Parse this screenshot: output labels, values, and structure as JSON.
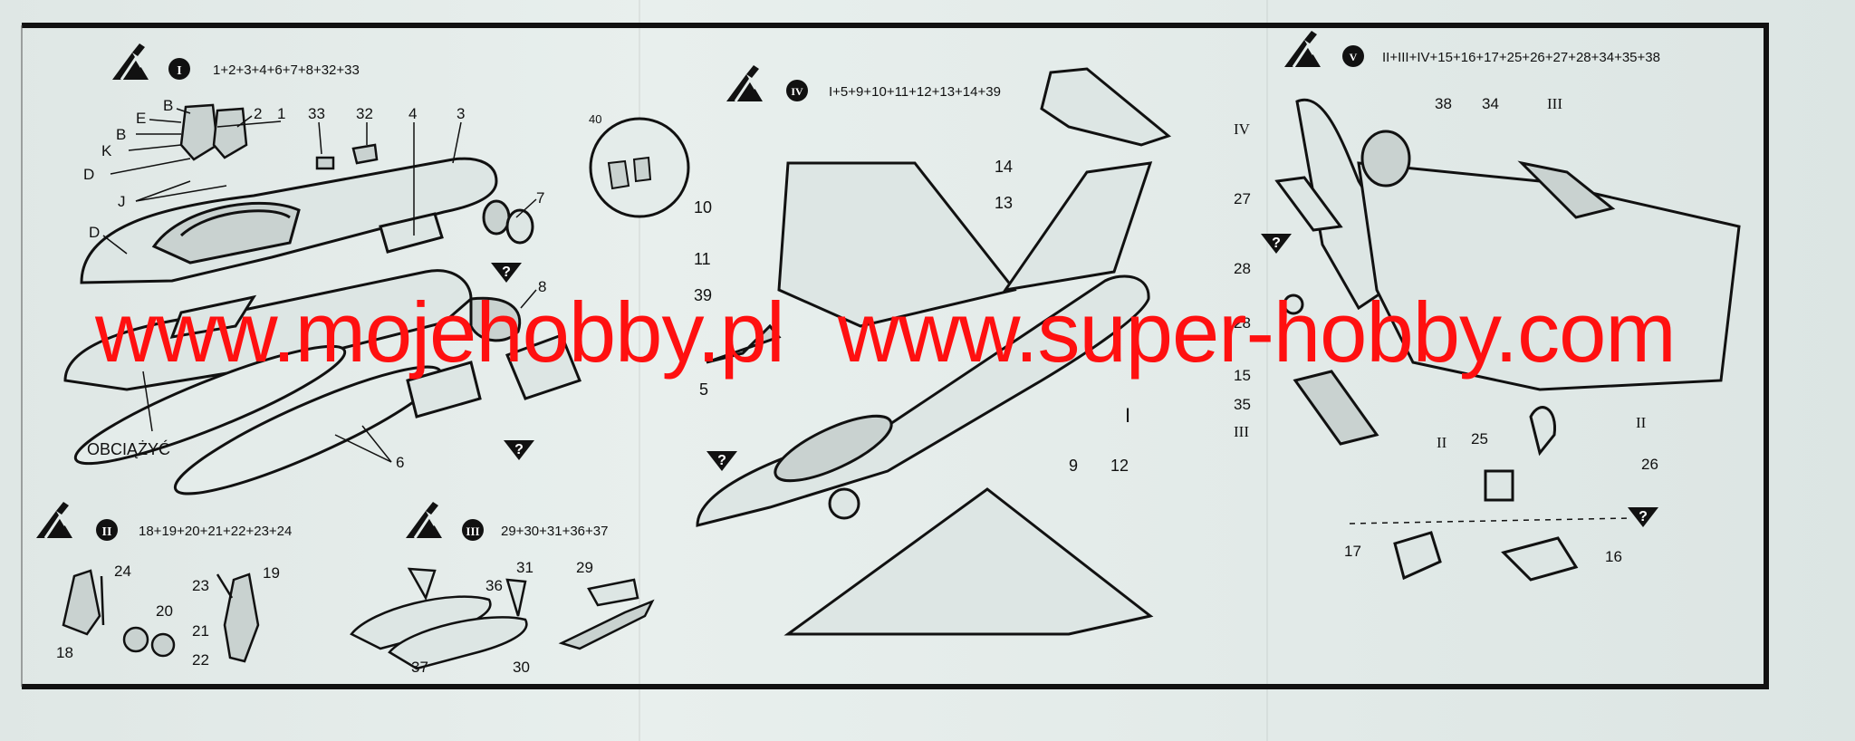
{
  "steps": {
    "s1": {
      "num": "I",
      "parts": "1+2+3+4+6+7+8+32+33"
    },
    "s2": {
      "num": "II",
      "parts": "18+19+20+21+22+23+24"
    },
    "s3": {
      "num": "III",
      "parts": "29+30+31+36+37"
    },
    "s4": {
      "num": "IV",
      "parts": "I+5+9+10+11+12+13+14+39"
    },
    "s5": {
      "num": "V",
      "parts": "II+III+IV+15+16+17+25+26+27+28+34+35+38"
    }
  },
  "callouts": {
    "p1": [
      "B",
      "E",
      "B",
      "K",
      "D",
      "J",
      "2",
      "1",
      "33",
      "32",
      "4",
      "3",
      "7",
      "D",
      "8",
      "40",
      "OBCIĄŻYĆ",
      "6"
    ],
    "p2": [
      "24",
      "20",
      "23",
      "19",
      "21",
      "22",
      "18"
    ],
    "p3": [
      "31",
      "36",
      "29",
      "37",
      "30"
    ],
    "p4": [
      "10",
      "11",
      "39",
      "5",
      "14",
      "13",
      "I",
      "9",
      "12"
    ],
    "p5": [
      "38",
      "34",
      "III",
      "IV",
      "27",
      "28",
      "28",
      "15",
      "35",
      "III",
      "II",
      "25",
      "II",
      "26",
      "17",
      "16"
    ]
  },
  "watermark": {
    "left": "www.mojehobby.pl",
    "right": "www.super-hobby.com"
  },
  "colors": {
    "watermark": "#ff1010",
    "ink": "#111111",
    "paper": "#e4ecea"
  },
  "icons": [
    "glue-icon",
    "question-mark-icon"
  ]
}
